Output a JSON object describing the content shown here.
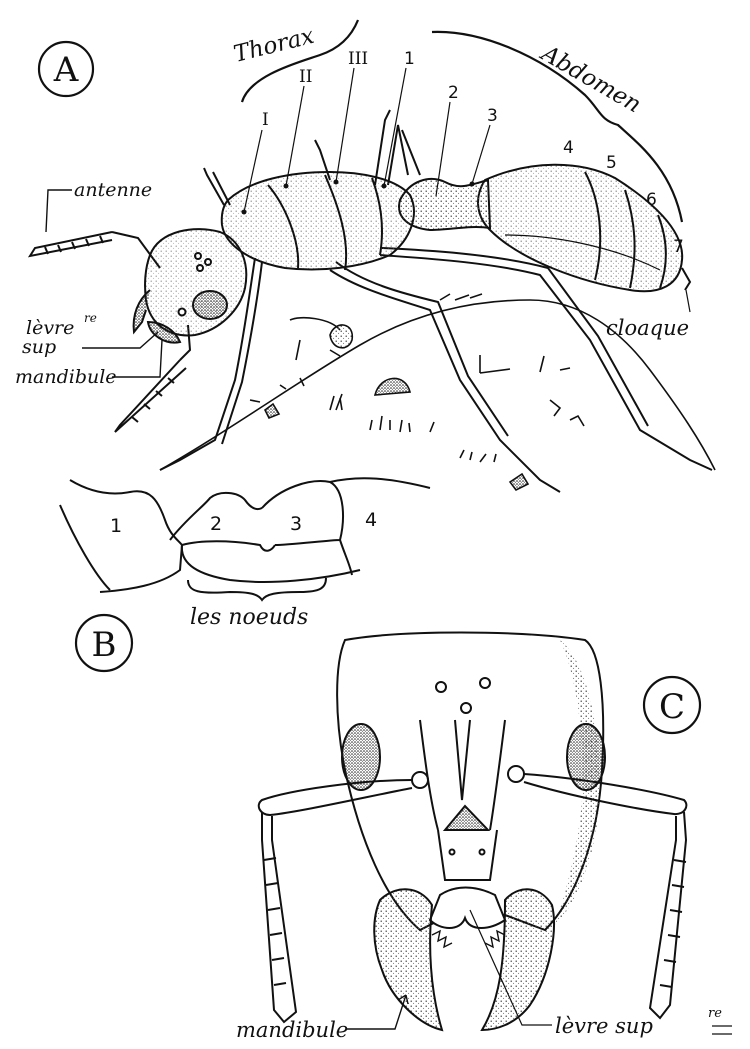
{
  "panels": {
    "a": {
      "letter": "A"
    },
    "b": {
      "letter": "B"
    },
    "c": {
      "letter": "C"
    }
  },
  "figure_a": {
    "thorax": "Thorax",
    "abdomen": "Abdomen",
    "roman": [
      "I",
      "II",
      "III"
    ],
    "petiole_numbers": [
      "1",
      "2",
      "3"
    ],
    "gaster_numbers": [
      "4",
      "5",
      "6",
      "7"
    ],
    "antenne": "antenne",
    "levre_line1": "lèvre",
    "levre_sup": "sup",
    "levre_suffix": "re",
    "mandibule": "mandibule",
    "cloaque": "cloaque"
  },
  "figure_b": {
    "numbers": [
      "1",
      "2",
      "3",
      "4"
    ],
    "caption": "les noeuds"
  },
  "figure_c": {
    "mandibule": "mandibule",
    "levre": "lèvre sup",
    "levre_suffix": "re"
  }
}
